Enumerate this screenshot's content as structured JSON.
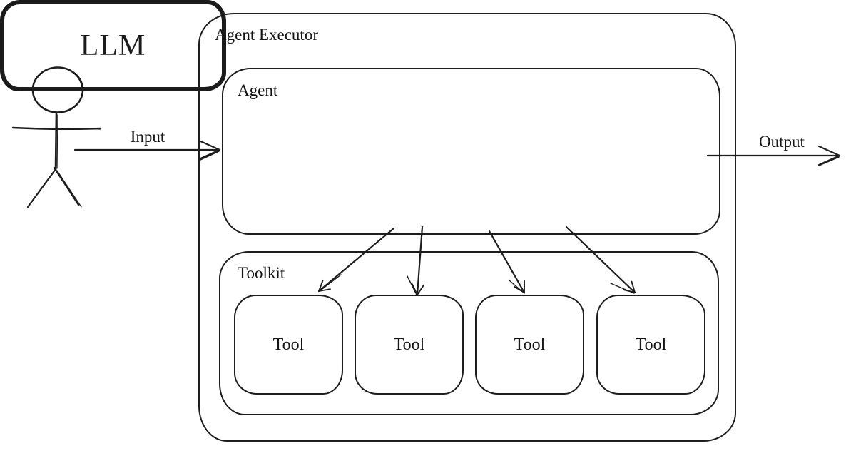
{
  "colors": {
    "ink": "#1d1d1d",
    "background": "#ffffff"
  },
  "actor": {
    "icon": "person-stick-figure-icon"
  },
  "flow": {
    "input_label": "Input",
    "output_label": "Output"
  },
  "agent_executor": {
    "title": "Agent Executor",
    "agent": {
      "title": "Agent",
      "llm": {
        "label": "LLM"
      }
    },
    "toolkit": {
      "title": "Toolkit",
      "tools": [
        {
          "label": "Tool"
        },
        {
          "label": "Tool"
        },
        {
          "label": "Tool"
        },
        {
          "label": "Tool"
        }
      ]
    }
  }
}
